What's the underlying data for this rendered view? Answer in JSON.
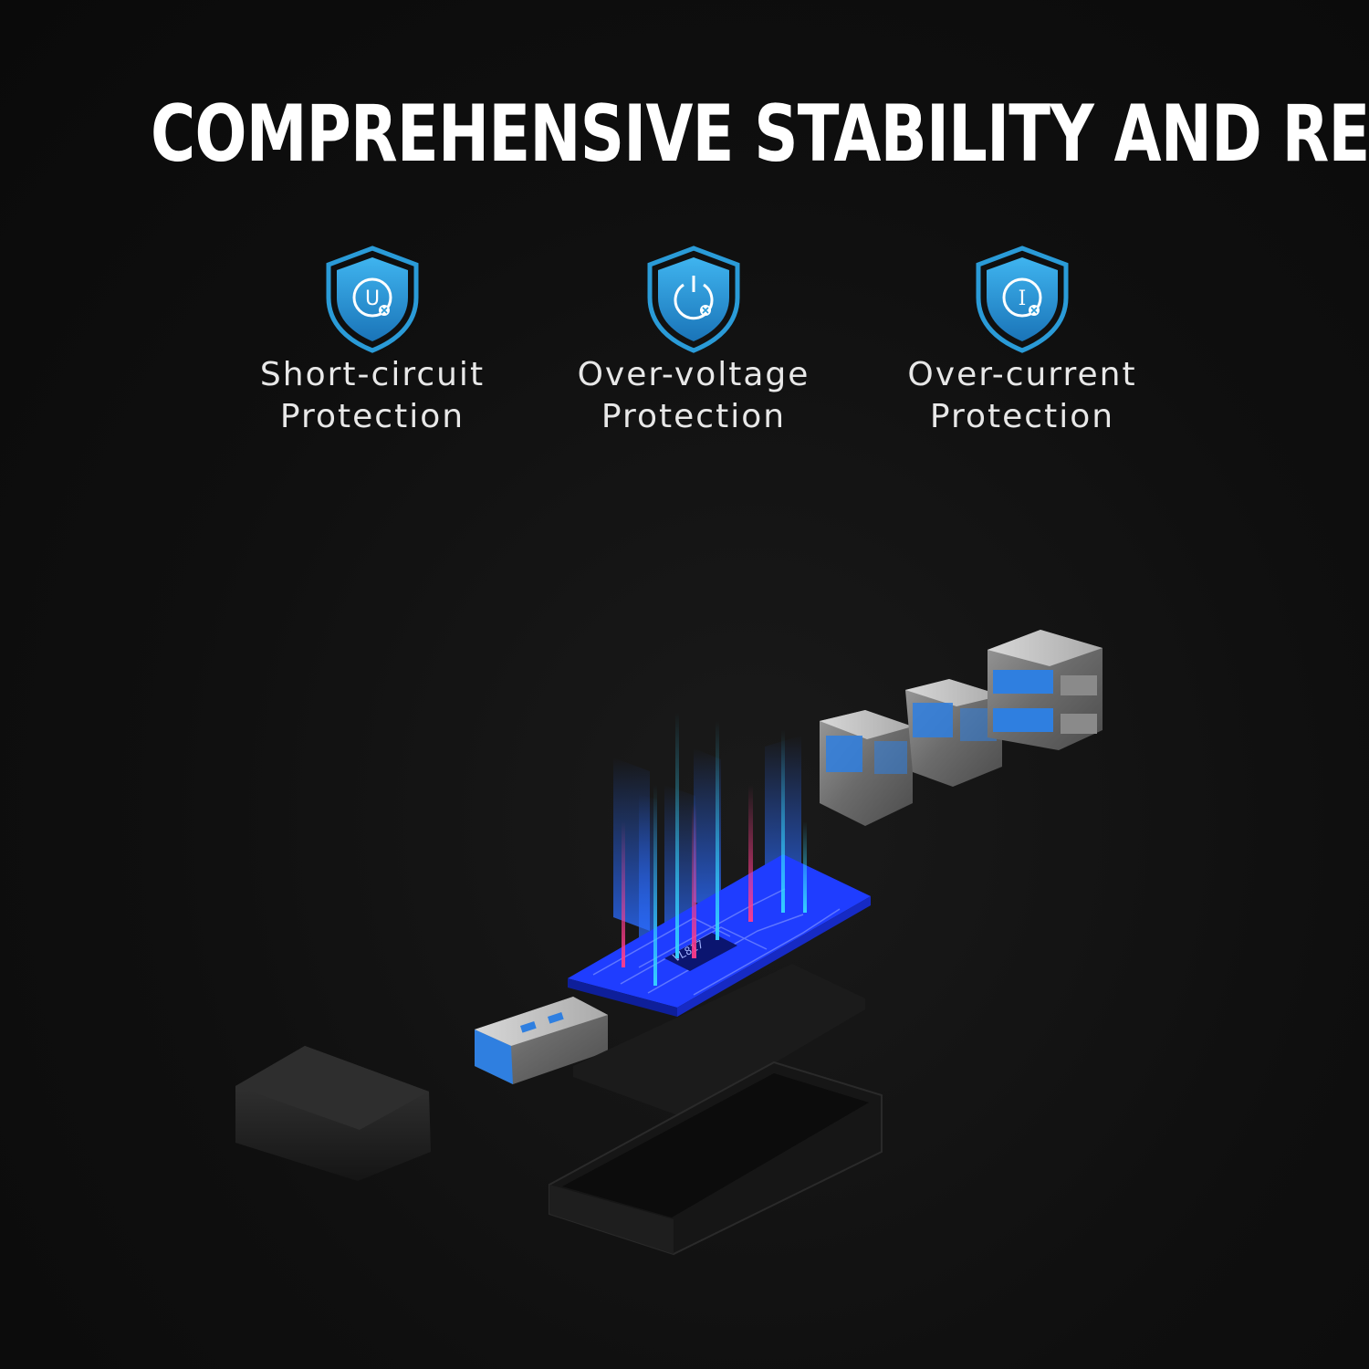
{
  "headline": "COMPREHENSIVE STABILITY AND RELIABILITY",
  "features": [
    {
      "icon": "shield-u-icon",
      "glyph": "U",
      "line1": "Short-circuit",
      "line2": "Protection"
    },
    {
      "icon": "shield-power-icon",
      "glyph": "",
      "line1": "Over-voltage",
      "line2": "Protection"
    },
    {
      "icon": "shield-i-icon",
      "glyph": "I",
      "line1": "Over-current",
      "line2": "Protection"
    }
  ],
  "chip_label": "VL817",
  "colors": {
    "background": "#0e0e0e",
    "shield_blue": "#2a9bd8",
    "usb_blue": "#2f7fe0",
    "board_blue": "#1f3dff",
    "beam_cyan": "#35d6ff",
    "beam_pink": "#ff3c8a"
  }
}
